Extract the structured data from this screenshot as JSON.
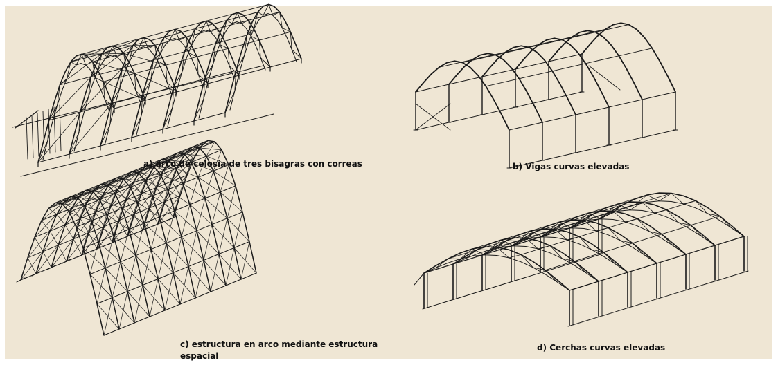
{
  "colors": {
    "background": "#efe6d4",
    "stroke": "#1a1a1a",
    "text": "#111111"
  },
  "captions": {
    "a": "a) arco de celosía de tres bisagras con correas",
    "b": "b) Vigas curvas elevadas",
    "c_line1": "c) estructura en arco mediante estructura",
    "c_line2": "espacial",
    "d": "d) Cerchas curvas elevadas"
  }
}
